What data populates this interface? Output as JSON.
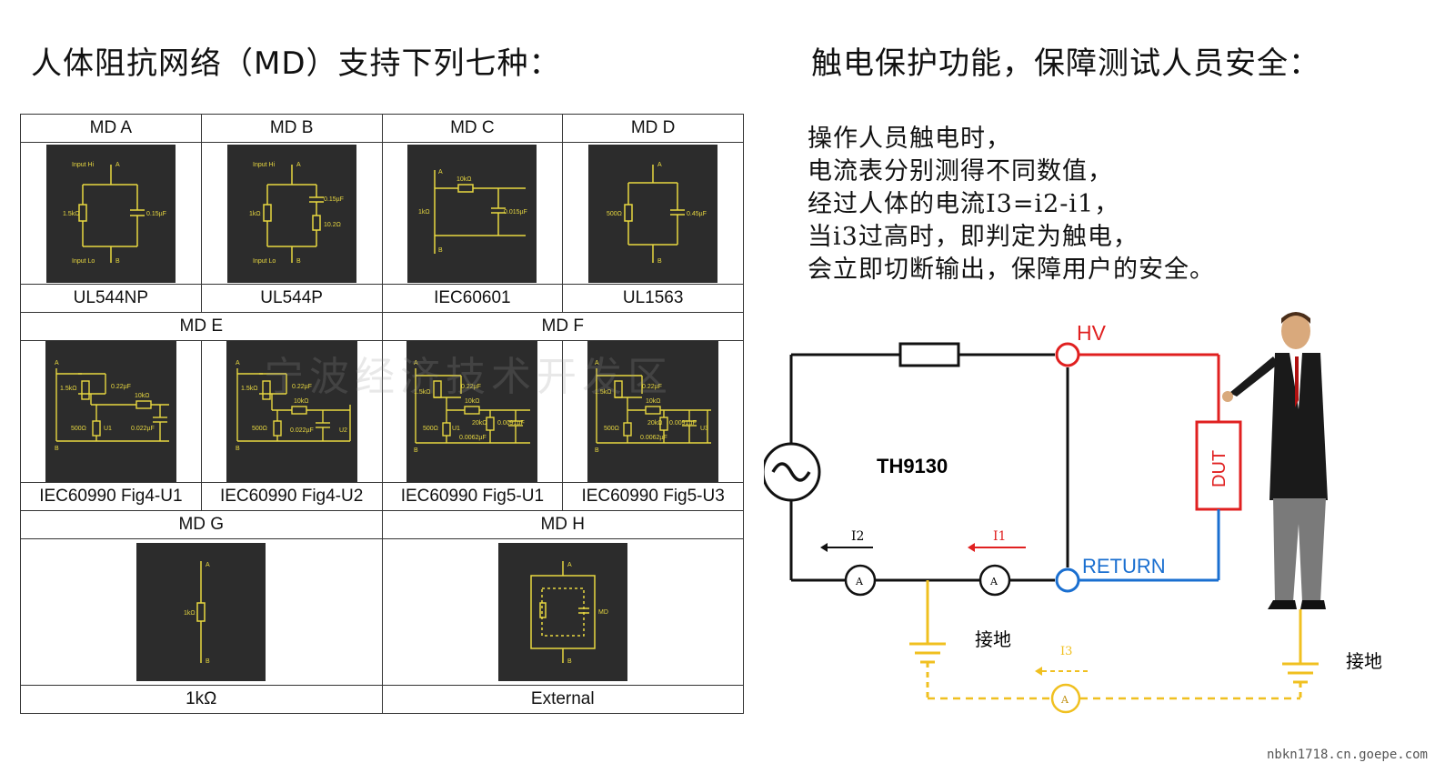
{
  "left_title": "人体阻抗网络（MD）支持下列七种：",
  "right_title": "触电保护功能，保障测试人员安全：",
  "md_table": {
    "row1": [
      {
        "header": "MD A",
        "standard": "UL544NP"
      },
      {
        "header": "MD B",
        "standard": "UL544P"
      },
      {
        "header": "MD C",
        "standard": "IEC60601"
      },
      {
        "header": "MD D",
        "standard": "UL1563"
      }
    ],
    "row2": [
      {
        "header": "MD E",
        "standards": [
          "IEC60990 Fig4-U1",
          "IEC60990 Fig4-U2"
        ]
      },
      {
        "header": "MD F",
        "standards": [
          "IEC60990 Fig5-U1",
          "IEC60990 Fig5-U3"
        ]
      }
    ],
    "row3": [
      {
        "header": "MD G",
        "standard": "1kΩ"
      },
      {
        "header": "MD H",
        "standard": "External"
      }
    ],
    "schematic_labels": {
      "input_hi": "Input Hi",
      "input_lo": "Input Lo",
      "a": "A",
      "b": "B",
      "r_1k5": "1.5kΩ",
      "r_1k": "1kΩ",
      "r_10k": "10kΩ",
      "r_500": "500Ω",
      "r_20k": "20kΩ",
      "r_10_2": "10.2Ω",
      "c_015": "0.15µF",
      "c_0015": "0.015µF",
      "c_045": "0.45µF",
      "c_022": "0.22µF",
      "c_0022": "0.022µF",
      "c_00091": "0.0091µF",
      "c_00062": "0.0062µF",
      "u1": "U1",
      "u2": "U2",
      "u3": "U3",
      "md": "MD"
    }
  },
  "description": [
    "操作人员触电时，",
    "电流表分别测得不同数值，",
    "经过人体的电流I3=i2-i1，",
    "当i3过高时，即判定为触电，",
    "会立即切断输出，保障用户的安全。"
  ],
  "circuit": {
    "device": "TH9130",
    "hv_label": "HV",
    "return_label": "RETURN",
    "dut_label": "DUT",
    "i1_label": "I1",
    "i2_label": "I2",
    "i3_label": "I3",
    "ground_label_left": "接地",
    "ground_label_right": "接地",
    "ammeter_label": "A",
    "colors": {
      "red": "#e02020",
      "blue": "#1a6fd0",
      "yellow": "#f0c020",
      "black": "#111111"
    }
  },
  "watermark": "宁波经济技术开发区",
  "footer_url": "nbkn1718.cn.goepe.com"
}
